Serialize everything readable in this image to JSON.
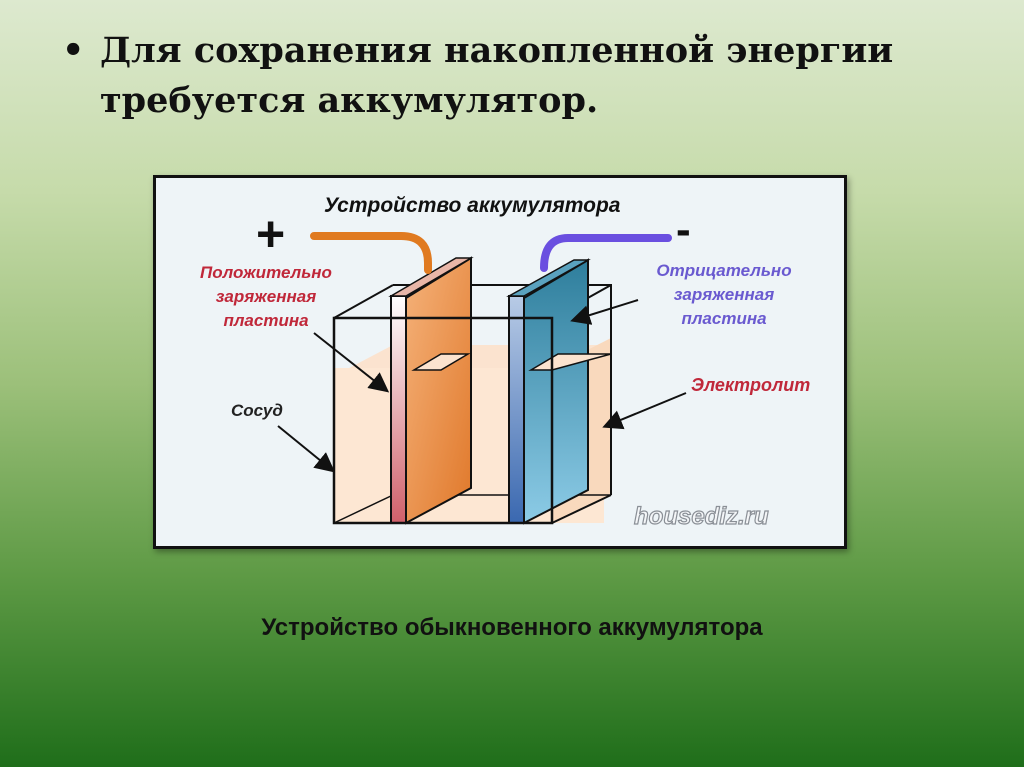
{
  "slide": {
    "bullet_symbol": "•",
    "bullet_text": "Для сохранения накопленной энергии требуется аккумулятор.",
    "caption": "Устройство обыкновенного аккумулятора"
  },
  "diagram": {
    "title": "Устройство аккумулятора",
    "plus_sign": "+",
    "minus_sign": "-",
    "positive_plate_label": [
      "Положительно",
      "заряженная",
      "пластина"
    ],
    "negative_plate_label": [
      "Отрицательно",
      "заряженная",
      "пластина"
    ],
    "vessel_label": "Сосуд",
    "electrolyte_label": "Электролит",
    "watermark": "housediz.ru",
    "colors": {
      "positive_label": "#c0283a",
      "negative_label": "#6a5ad0",
      "positive_wire": "#e07a20",
      "negative_wire": "#6a4fe0",
      "positive_plate": "#f0a060",
      "negative_plate": "#3a8fb0",
      "electrolyte": "#fbe3cf"
    }
  }
}
